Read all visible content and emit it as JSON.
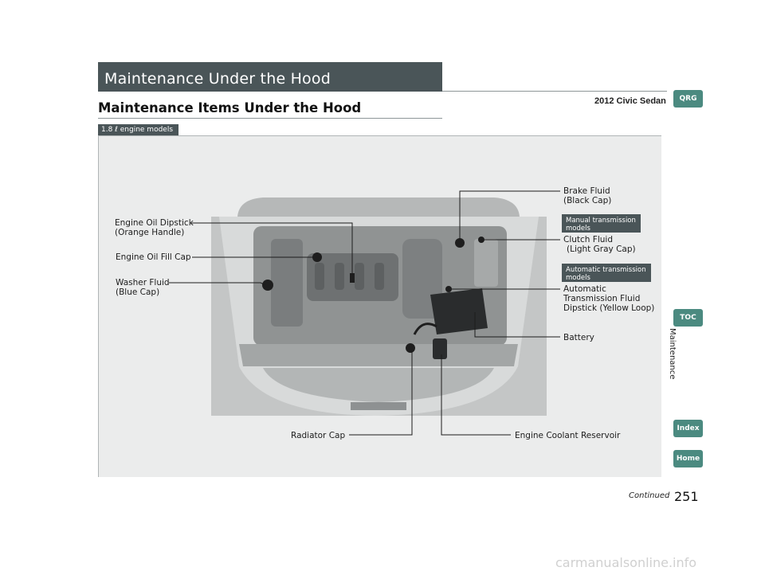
{
  "section_title": "Maintenance Under the Hood",
  "model": "2012 Civic Sedan",
  "page_heading": "Maintenance Items Under the Hood",
  "engine_tag": "1.8 ℓ engine models",
  "labels": {
    "engine_oil_dipstick": [
      "Engine Oil Dipstick",
      "(Orange Handle)"
    ],
    "engine_oil_fill_cap": [
      "Engine Oil Fill Cap"
    ],
    "washer_fluid": [
      "Washer Fluid",
      "(Blue Cap)"
    ],
    "brake_fluid": [
      "Brake Fluid",
      "(Black Cap)"
    ],
    "clutch_fluid": [
      "Clutch Fluid",
      "(Light Gray Cap)"
    ],
    "atf_dipstick": [
      "Automatic",
      "Transmission Fluid",
      "Dipstick (Yellow Loop)"
    ],
    "battery": [
      "Battery"
    ],
    "radiator_cap": [
      "Radiator Cap"
    ],
    "coolant_reservoir": [
      "Engine Coolant Reservoir"
    ]
  },
  "tags": {
    "manual": [
      "Manual transmission",
      "models"
    ],
    "automatic": [
      "Automatic transmission",
      "models"
    ]
  },
  "side_nav": {
    "qrg": "QRG",
    "toc": "TOC",
    "chapter": "Maintenance",
    "index": "Index",
    "home": "Home"
  },
  "footer": {
    "continued": "Continued",
    "page_number": "251",
    "watermark": "carmanualsonline.info"
  }
}
